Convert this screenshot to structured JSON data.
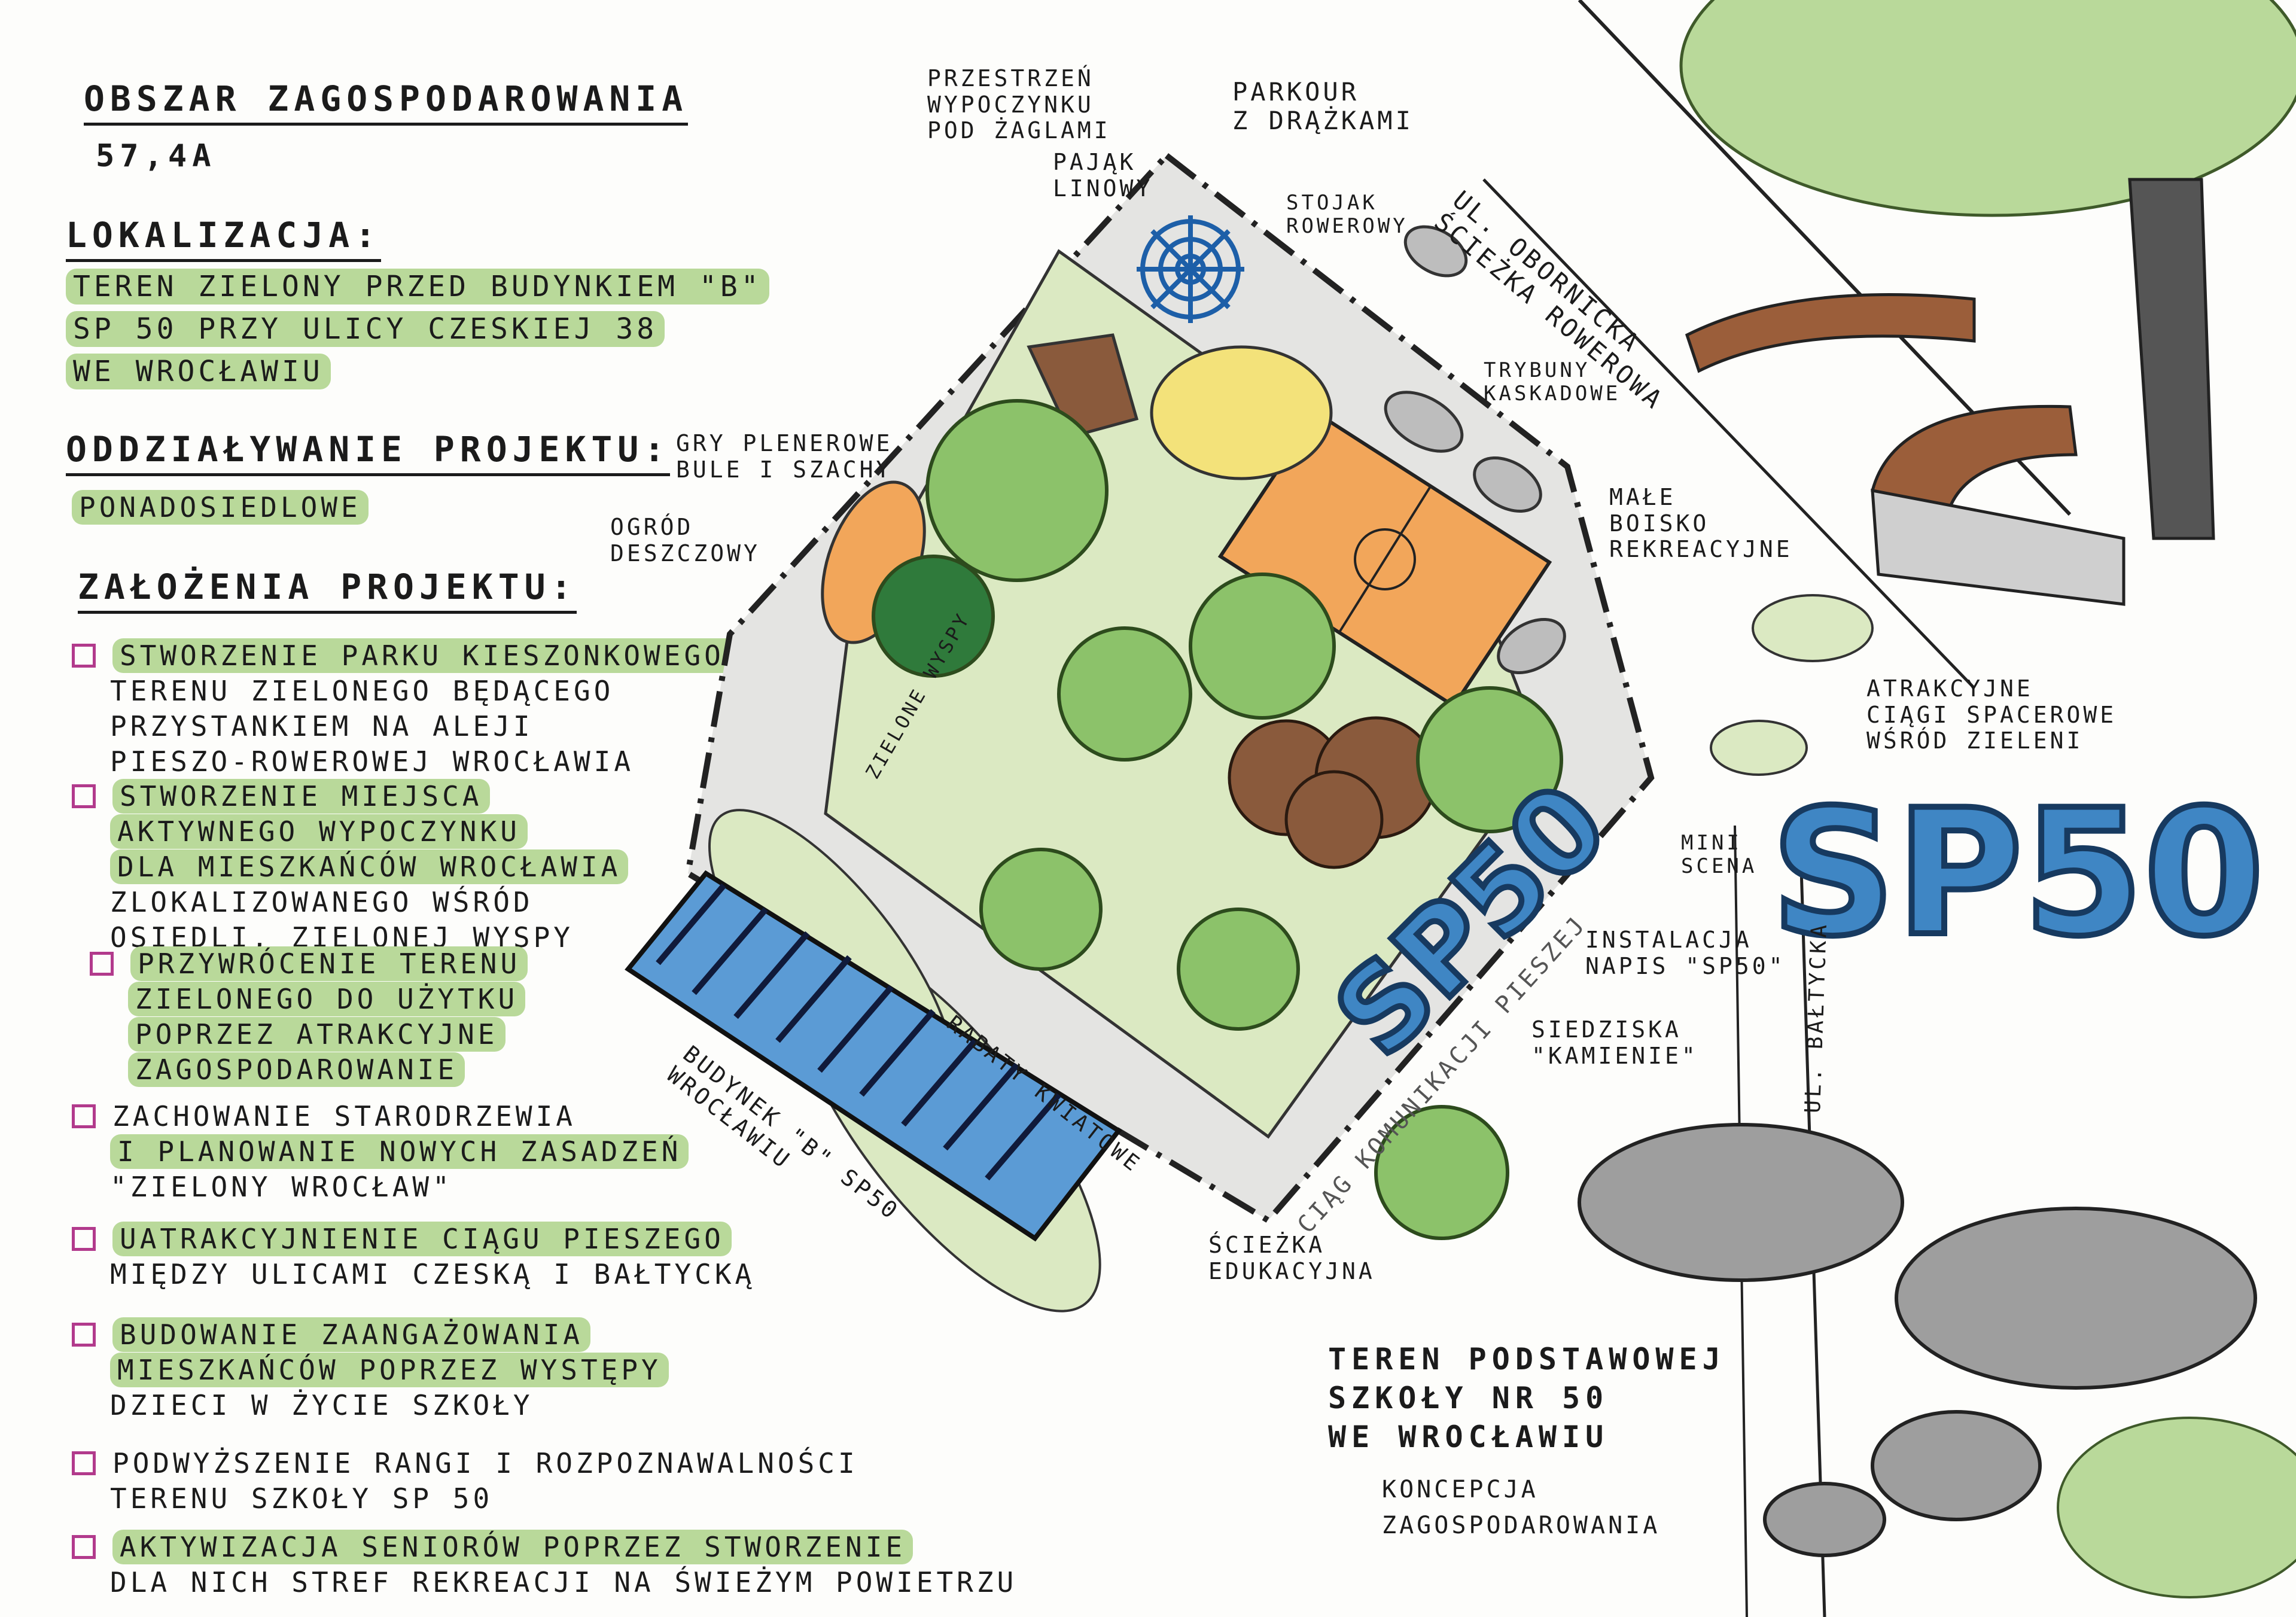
{
  "header": {
    "area_title": "OBSZAR ZAGOSPODAROWANIA",
    "area_value": "57,4a",
    "location_title": "LOKALIZACJA:",
    "location_lines": [
      "TEREN ZIELONY PRZED BUDYNKIEM \"B\"",
      "SP 50 PRZY ULICY CZESKIEJ 38",
      "WE WROCŁAWIU"
    ],
    "impact_title": "ODDZIAŁYWANIE PROJEKTU:",
    "impact_value": "PONADOSIEDLOWE",
    "assumptions_title": "ZAŁOŻENIA PROJEKTU:"
  },
  "assumptions": [
    {
      "lines": [
        "STWORZENIE PARKU KIESZONKOWEGO,",
        "TERENU ZIELONEGO BĘDĄCEGO",
        "PRZYSTANKIEM NA ALEJI",
        "PIESZO-ROWEROWEJ WROCŁAWIA"
      ]
    },
    {
      "lines": [
        "STWORZENIE MIEJSCA",
        "AKTYWNEGO WYPOCZYNKU",
        "DLA MIESZKAŃCÓW WROCŁAWIA",
        "ZLOKALIZOWANEGO WŚRÓD",
        "OSIEDLI, ZIELONEJ WYSPY"
      ]
    },
    {
      "lines": [
        "PRZYWRÓCENIE TERENU",
        "ZIELONEGO DO UŻYTKU",
        "POPRZEZ ATRAKCYJNE",
        "ZAGOSPODAROWANIE"
      ]
    },
    {
      "lines": [
        "ZACHOWANIE STARODRZEWIA",
        "I PLANOWANIE NOWYCH ZASADZEŃ",
        "\"ZIELONY WROCŁAW\""
      ]
    },
    {
      "lines": [
        "UATRAKCYJNIENIE CIĄGU PIESZEGO",
        "MIĘDZY ULICAMI CZESKĄ I BAŁTYCKĄ"
      ]
    },
    {
      "lines": [
        "BUDOWANIE ZAANGAŻOWANIA",
        "MIESZKAŃCÓW POPRZEZ WYSTĘPY",
        "DZIECI W ŻYCIE SZKOŁY"
      ]
    },
    {
      "lines": [
        "PODWYŻSZENIE RANGI I ROZPOZNAWALNOŚCI",
        "TERENU SZKOŁY SP 50"
      ]
    },
    {
      "lines": [
        "AKTYWIZACJA SENIORÓW POPRZEZ STWORZENIE",
        "DLA NICH STREF REKREACJI NA ŚWIEŻYM POWIETRZU"
      ]
    }
  ],
  "plan_labels": {
    "rest_space": [
      "PRZESTRZEŃ",
      "WYPOCZYNKU",
      "POD ŻAGLAMI"
    ],
    "spider": [
      "PAJĄK",
      "LINOWY"
    ],
    "parkour": [
      "PARKOUR",
      "Z DRĄŻKAMI"
    ],
    "bike_stand": [
      "STOJAK",
      "ROWEROWY"
    ],
    "street": [
      "UL. OBORNICKA",
      "ŚCIEŻKA ROWEROWA"
    ],
    "stands": [
      "TRYBUNY",
      "KASKADOWE"
    ],
    "games": [
      "GRY PLENEROWE",
      "BULE I SZACHY"
    ],
    "pitch": [
      "MAŁE",
      "BOISKO",
      "REKREACYJNE"
    ],
    "rain_garden": [
      "OGRÓD",
      "DESZCZOWY"
    ],
    "walkways": [
      "ATRAKCYJNE",
      "CIĄGI SPACEROWE",
      "WŚRÓD ZIELENI"
    ],
    "green_islands": "ZIELONE WYSPY",
    "mini_stage": [
      "MINI",
      "SCENA"
    ],
    "installation": [
      "INSTALACJA",
      "NAPIS \"SP50\""
    ],
    "stones": [
      "SIEDZISKA",
      "\"KAMIENIE\""
    ],
    "building": [
      "BUDYNEK \"B\" SP50",
      "WROCŁAWIU"
    ],
    "flower_beds": "RABATY KWIATOWE",
    "path": "CIĄG KOMUNIKACJI PIESZEJ",
    "edu_path": [
      "ŚCIEŻKA",
      "EDUKACYJNA"
    ],
    "street_baltycka": "UL. BAŁTYCKA",
    "logo": "SP50",
    "logo_small": "SP50"
  },
  "footer": {
    "school": [
      "TEREN PODSTAWOWEJ",
      "SZKOŁY NR 50",
      "WE WROCŁAWIU"
    ],
    "concept": [
      "KONCEPCJA",
      "ZAGOSPODAROWANIA"
    ]
  },
  "colors": {
    "highlight": "#b9d99a",
    "lawn": "#dbe9c2",
    "tree": "#8cc26a",
    "pitch": "#f2a65a",
    "wood": "#8a5a3c",
    "logo_blue": "#3f86c4",
    "checkbox": "#b23a8c"
  }
}
